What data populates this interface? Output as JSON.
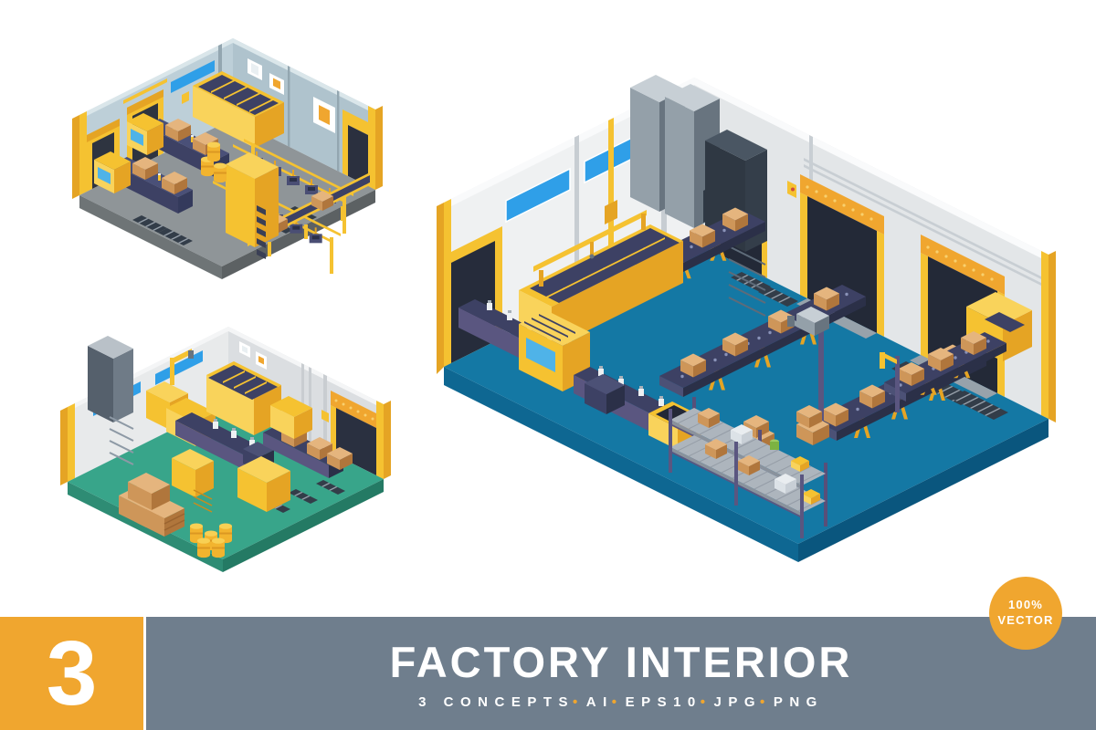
{
  "banner": {
    "count": "3",
    "title": "FACTORY INTERIOR",
    "subtitle_parts": [
      "3 CONCEPTS",
      "AI",
      "EPS10",
      "JPG",
      "PNG"
    ],
    "separator": "•",
    "badge": {
      "line1": "100%",
      "line2": "VECTOR"
    }
  },
  "scenes": [
    {
      "name": "factory-concept-1",
      "floor": "#8F9598"
    },
    {
      "name": "factory-concept-2",
      "floor": "#38A58A"
    },
    {
      "name": "factory-concept-3",
      "floor": "#1478A4"
    }
  ],
  "palette": {
    "orange": "#F0A62F",
    "orange_dot": "#F8D06E",
    "banner_gray": "#6F7E8D",
    "white": "#FFFFFF",
    "yellow": "#F5C231",
    "yellow_light": "#F9D35B",
    "yellow_dark": "#E5A424",
    "yellow_deep": "#C98C1C",
    "navy": "#3D4164",
    "navy_mid": "#4C5176",
    "navy_dark": "#2B3048",
    "purple": "#5A5680",
    "window_blue": "#2F9FE8",
    "screen_blue": "#4FB3E8",
    "tan_light": "#E5B57E",
    "tan": "#CE9659",
    "tan_dark": "#B0763C",
    "gray_top": "#C7CFD5",
    "gray_se": "#68747F",
    "gray_sw": "#94A0A9",
    "grate_dark": "#333D49",
    "grate_line": "#97A0AA",
    "a_wall_l": "#BDCFD8",
    "a_wall_r": "#AFC3CD",
    "a_cap": "#DAE6EA",
    "a_floor": "#8F9598",
    "a_edge_l": "#6E7476",
    "a_edge_r": "#5C6163",
    "b_wall_l": "#E8EAEB",
    "b_wall_r": "#DBDEE1",
    "b_cap": "#F4F5F6",
    "b_floor": "#38A58A",
    "b_edge_l": "#2E8C74",
    "b_edge_r": "#247A64",
    "c_wall_l": "#EFF1F2",
    "c_wall_r": "#E3E6E8",
    "c_cap": "#F9FAFB",
    "c_floor": "#1478A4",
    "c_edge_l": "#0E6792",
    "c_edge_r": "#0A567E",
    "green_jar": "#7CB342"
  }
}
